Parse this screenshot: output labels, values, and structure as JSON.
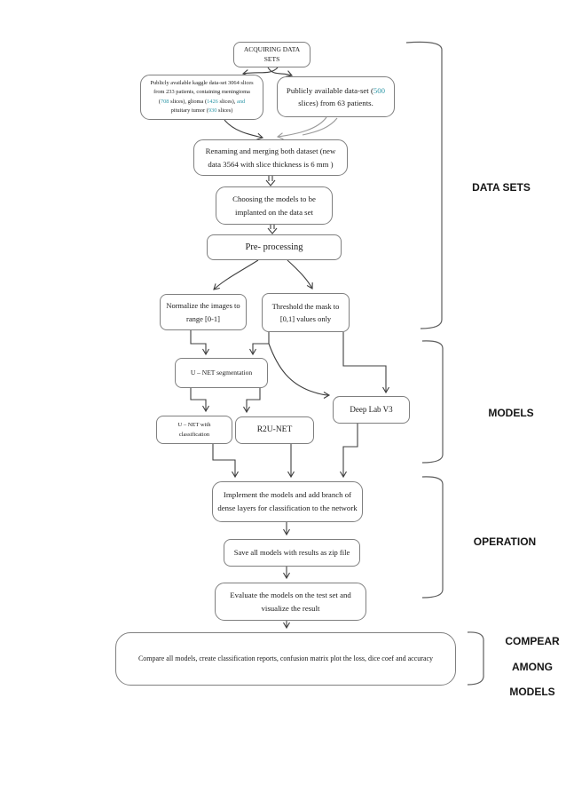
{
  "colors": {
    "teal": "#2e97a7",
    "line": "#3f3f3f",
    "line_light": "#9a9a9a",
    "box_border": "#7f7f7f"
  },
  "nodes": {
    "acquiring": {
      "segments": [
        {
          "text": "ACQUIRING DATA"
        },
        {
          "br": true
        },
        {
          "text": "SETS"
        }
      ]
    },
    "kaggle": {
      "segments": [
        {
          "text": "Publicly available kaggle data-set 3064 slices"
        },
        {
          "br": true
        },
        {
          "text": "from 233 patients, containing meningioma"
        },
        {
          "br": true
        },
        {
          "text": "("
        },
        {
          "text": "708",
          "color": "teal"
        },
        {
          "text": " slices), glioma ("
        },
        {
          "text": "1426",
          "color": "teal"
        },
        {
          "text": " slices), "
        },
        {
          "text": "and",
          "color": "teal"
        },
        {
          "br": true
        },
        {
          "text": "pituitary tumor ("
        },
        {
          "text": "930",
          "color": "teal"
        },
        {
          "text": " slices)"
        }
      ]
    },
    "public500": {
      "segments": [
        {
          "text": "Publicly available data-set ("
        },
        {
          "text": "500",
          "color": "teal"
        },
        {
          "text": " slices) from 63 patients."
        }
      ]
    },
    "renaming": {
      "text": "Renaming and merging both dataset (new data 3564 with slice thickness is 6 mm )"
    },
    "choosing": {
      "text": "Choosing the models to be implanted on the data set"
    },
    "preprocessing": {
      "text": "Pre- processing"
    },
    "normalize": {
      "text": "Normalize the images to range [0-1]"
    },
    "threshold": {
      "text": "Threshold the mask to [0,1] values only"
    },
    "unet_seg": {
      "text": "U – NET segmentation"
    },
    "deeplab": {
      "text": "Deep Lab V3"
    },
    "unet_class": {
      "segments": [
        {
          "text": "U – NET with"
        },
        {
          "br": true
        },
        {
          "text": "classification"
        }
      ]
    },
    "r2unet": {
      "text": "R2U-NET"
    },
    "implement": {
      "text": "Implement the models and add branch of dense layers for classification to the network"
    },
    "save": {
      "text": "Save all models with results as zip file"
    },
    "evaluate": {
      "text": "Evaluate the models on the test set and visualize the result"
    },
    "compare": {
      "text": "Compare all models, create classification reports, confusion matrix plot the loss, dice coef and accuracy"
    }
  },
  "group_labels": {
    "datasets": "DATA SETS",
    "models": "MODELS",
    "operation": "OPERATION",
    "compare_line1": "COMPEAR",
    "compare_line2": "AMONG",
    "compare_line3": "MODELS"
  }
}
